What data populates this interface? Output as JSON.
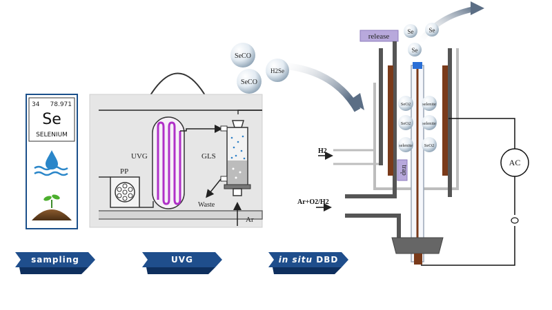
{
  "element_card": {
    "atomic_number": "34",
    "atomic_mass": "78.971",
    "symbol": "Se",
    "name": "SELENIUM"
  },
  "uvg_panel": {
    "pp_label": "PP",
    "uvg_label": "UVG",
    "gls_label": "GLS",
    "waste_label": "Waste",
    "ar_label": "Ar"
  },
  "gas_bubbles": [
    "SeCO",
    "SeCO",
    "H2Se"
  ],
  "dbd": {
    "release_label": "release",
    "released_species": [
      "Se",
      "Se",
      "Se"
    ],
    "trap_label": "trap",
    "trapped_species": [
      "SeO2",
      "selenite",
      "SeO2",
      "selenite",
      "selenite",
      "SeO2"
    ],
    "h2_inlet": "H2",
    "mix_inlet": "Ar+O2/H2",
    "ac_label": "AC"
  },
  "steps": [
    {
      "label": "sampling",
      "italic_prefix": "",
      "suffix": "sampling"
    },
    {
      "label": "UVG",
      "italic_prefix": "",
      "suffix": "UVG"
    },
    {
      "label": "in situ DBD",
      "italic_prefix": "in situ",
      "suffix": " DBD"
    }
  ],
  "colors": {
    "step_arrow": "#1f4e8c",
    "step_arrow_side": "#0e2f5e",
    "uvg_coil": "#b030c8",
    "copper": "#7a3a1a",
    "release_bar": "#b8a9dc",
    "panel_bg": "#e9e9e9"
  }
}
